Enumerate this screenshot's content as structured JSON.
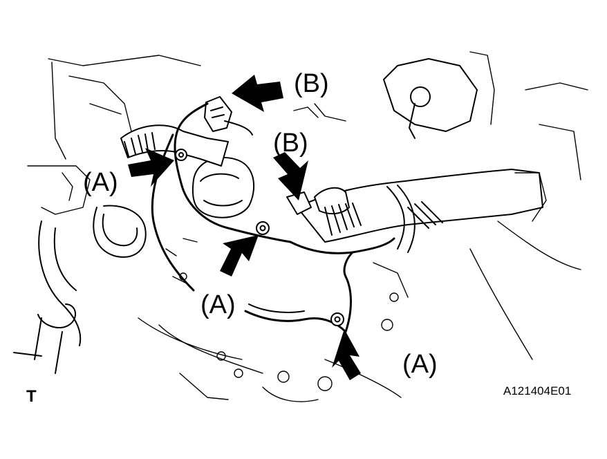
{
  "figure": {
    "id_label": "A121404E01",
    "corner_label": "T"
  },
  "callouts": [
    {
      "key": "b_top",
      "text": "(B)"
    },
    {
      "key": "b_mid",
      "text": "(B)"
    },
    {
      "key": "a_left",
      "text": "(A)"
    },
    {
      "key": "a_center",
      "text": "(A)"
    },
    {
      "key": "a_right",
      "text": "(A)"
    }
  ],
  "icons": {
    "arrow": "black-pointer-arrow",
    "connector": "electrical-connector",
    "bolt": "bolt"
  }
}
